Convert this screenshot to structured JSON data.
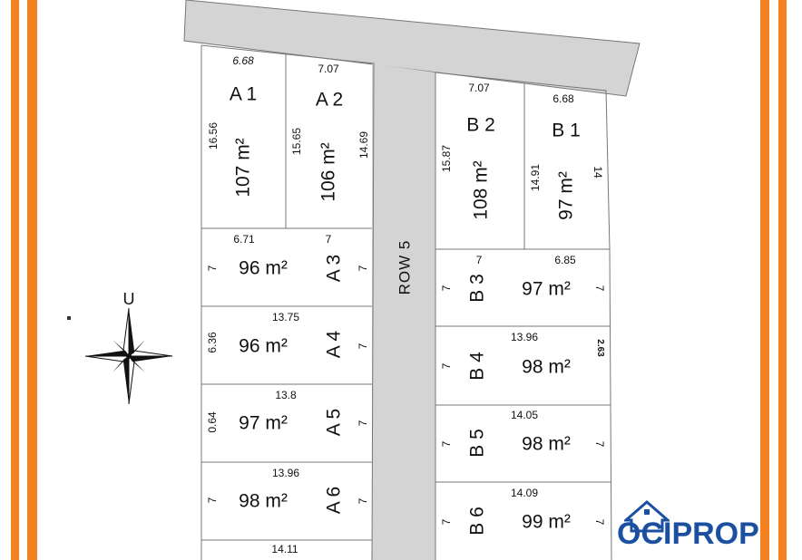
{
  "colors": {
    "border": "#f58220",
    "road": "#d4d4d4",
    "logo": "#1b4fa0",
    "line": "#777777"
  },
  "road": {
    "label": "ROW 5"
  },
  "compass": {
    "north_label": "U",
    "icon": "compass-rose-icon"
  },
  "logo": {
    "text": "OCIPROP",
    "icon": "house-icon"
  },
  "plots": {
    "A1": {
      "name": "A 1",
      "area": "107 m²",
      "top": "6.68",
      "left": "16.56"
    },
    "A2": {
      "name": "A 2",
      "area": "106 m²",
      "top": "7.07",
      "left": "15.65",
      "right": "14.69"
    },
    "B2": {
      "name": "B 2",
      "area": "108 m²",
      "top": "7.07",
      "left": "15.87"
    },
    "B1": {
      "name": "B 1",
      "area": "97 m²",
      "top": "6.68",
      "left": "14.91",
      "right": "14"
    },
    "A3": {
      "name": "A 3",
      "area": "96 m²",
      "top_left": "6.71",
      "top_right": "7",
      "left": "7",
      "right": "7"
    },
    "A4": {
      "name": "A 4",
      "area": "96 m²",
      "top": "13.75",
      "left": "6.36",
      "right": "7"
    },
    "A5": {
      "name": "A 5",
      "area": "97 m²",
      "top": "13.8",
      "left": "0.64",
      "right": "7"
    },
    "A6": {
      "name": "A 6",
      "area": "98 m²",
      "top": "13.96",
      "left": "7",
      "right": "7"
    },
    "A7": {
      "top": "14.11"
    },
    "B3": {
      "name": "B 3",
      "area": "97 m²",
      "top_left": "7",
      "top_right": "6.85",
      "left": "7",
      "right": "7"
    },
    "B4": {
      "name": "B 4",
      "area": "98 m²",
      "top": "13.96",
      "left": "7",
      "right": "2.63"
    },
    "B5": {
      "name": "B 5",
      "area": "98 m²",
      "top": "14.05",
      "left": "7",
      "right": "7"
    },
    "B6": {
      "name": "B 6",
      "area": "99 m²",
      "top": "14.09",
      "left": "7",
      "right": "7"
    }
  }
}
